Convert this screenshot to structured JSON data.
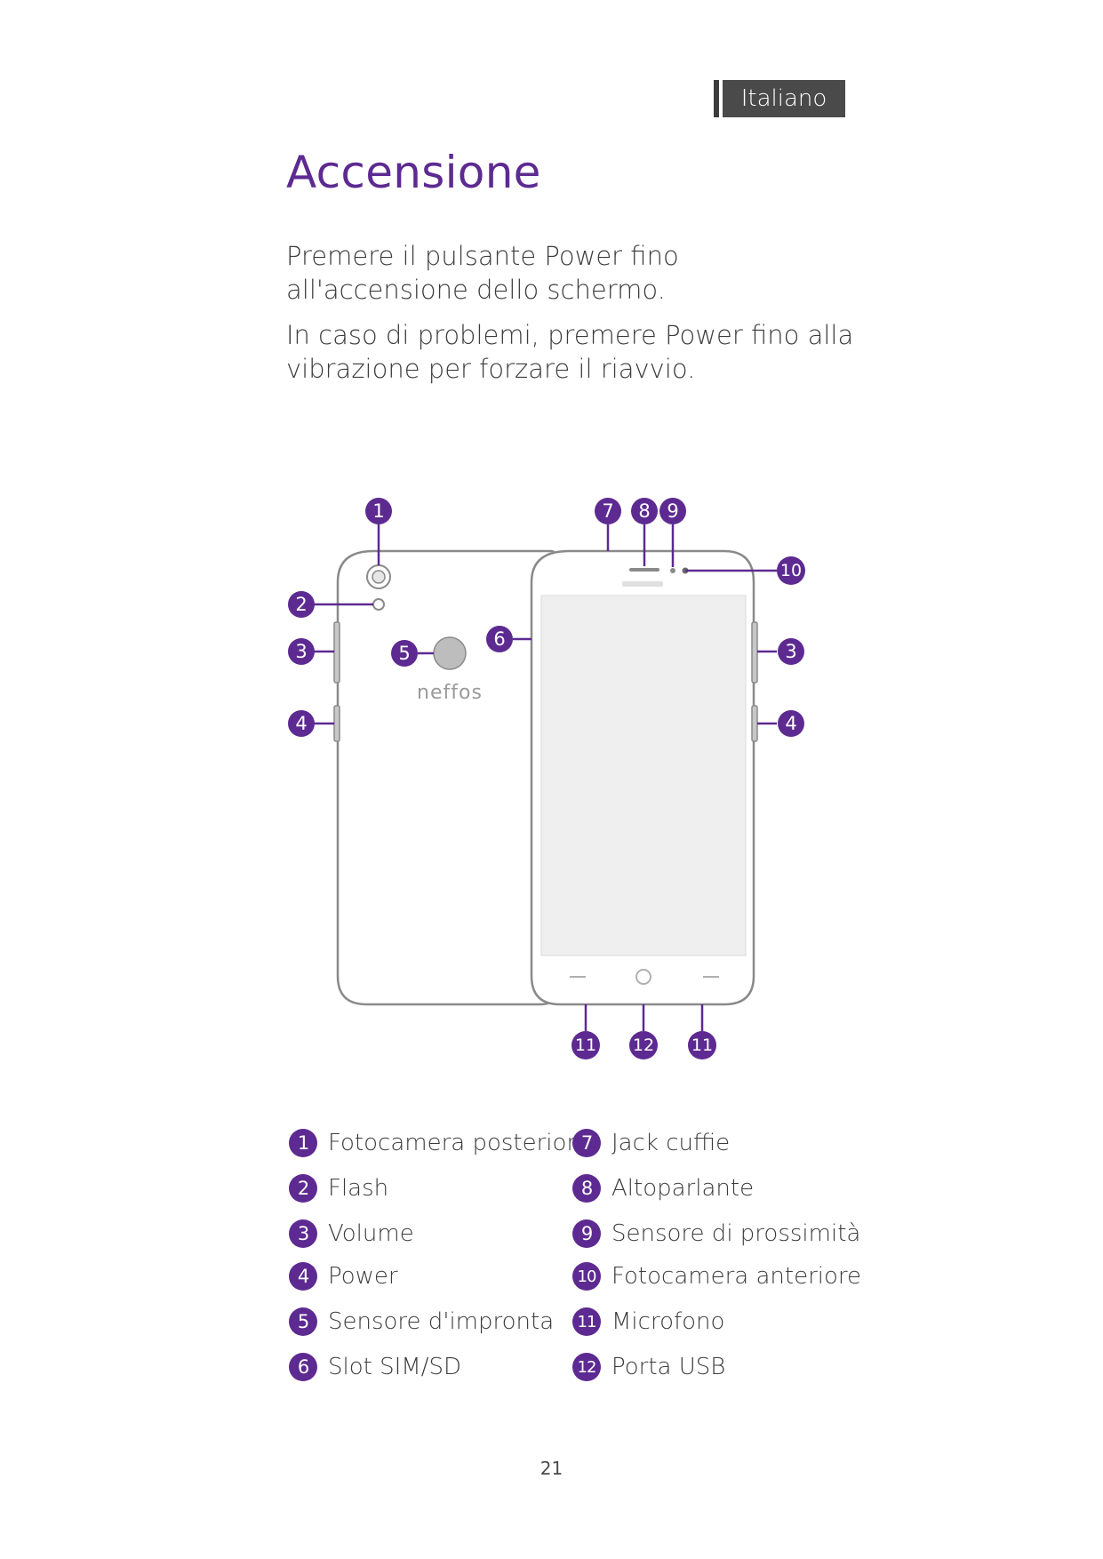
{
  "header": {
    "language": "Italiano"
  },
  "title": "Accensione",
  "paragraphs": [
    "Premere il pulsante Power fino all'accensione dello schermo.",
    "In caso di problemi, premere Power fino alla vibrazione per forzare il riavvio."
  ],
  "diagram": {
    "brand_logo": "neffos",
    "callouts": [
      "1",
      "2",
      "3",
      "4",
      "5",
      "6",
      "7",
      "8",
      "9",
      "10",
      "11",
      "12"
    ]
  },
  "legend": [
    {
      "num": "1",
      "label": "Fotocamera posteriore"
    },
    {
      "num": "2",
      "label": "Flash"
    },
    {
      "num": "3",
      "label": "Volume"
    },
    {
      "num": "4",
      "label": "Power"
    },
    {
      "num": "5",
      "label": "Sensore d'impronta"
    },
    {
      "num": "6",
      "label": "Slot SIM/SD"
    },
    {
      "num": "7",
      "label": "Jack cuffie"
    },
    {
      "num": "8",
      "label": "Altoparlante"
    },
    {
      "num": "9",
      "label": "Sensore di prossimità"
    },
    {
      "num": "10",
      "label": "Fotocamera anteriore"
    },
    {
      "num": "11",
      "label": "Microfono"
    },
    {
      "num": "12",
      "label": "Porta USB"
    }
  ],
  "page_number": "21",
  "colors": {
    "accent": "#5d2a91",
    "tab": "#4a4a4a",
    "text": "#3c3c3c"
  }
}
